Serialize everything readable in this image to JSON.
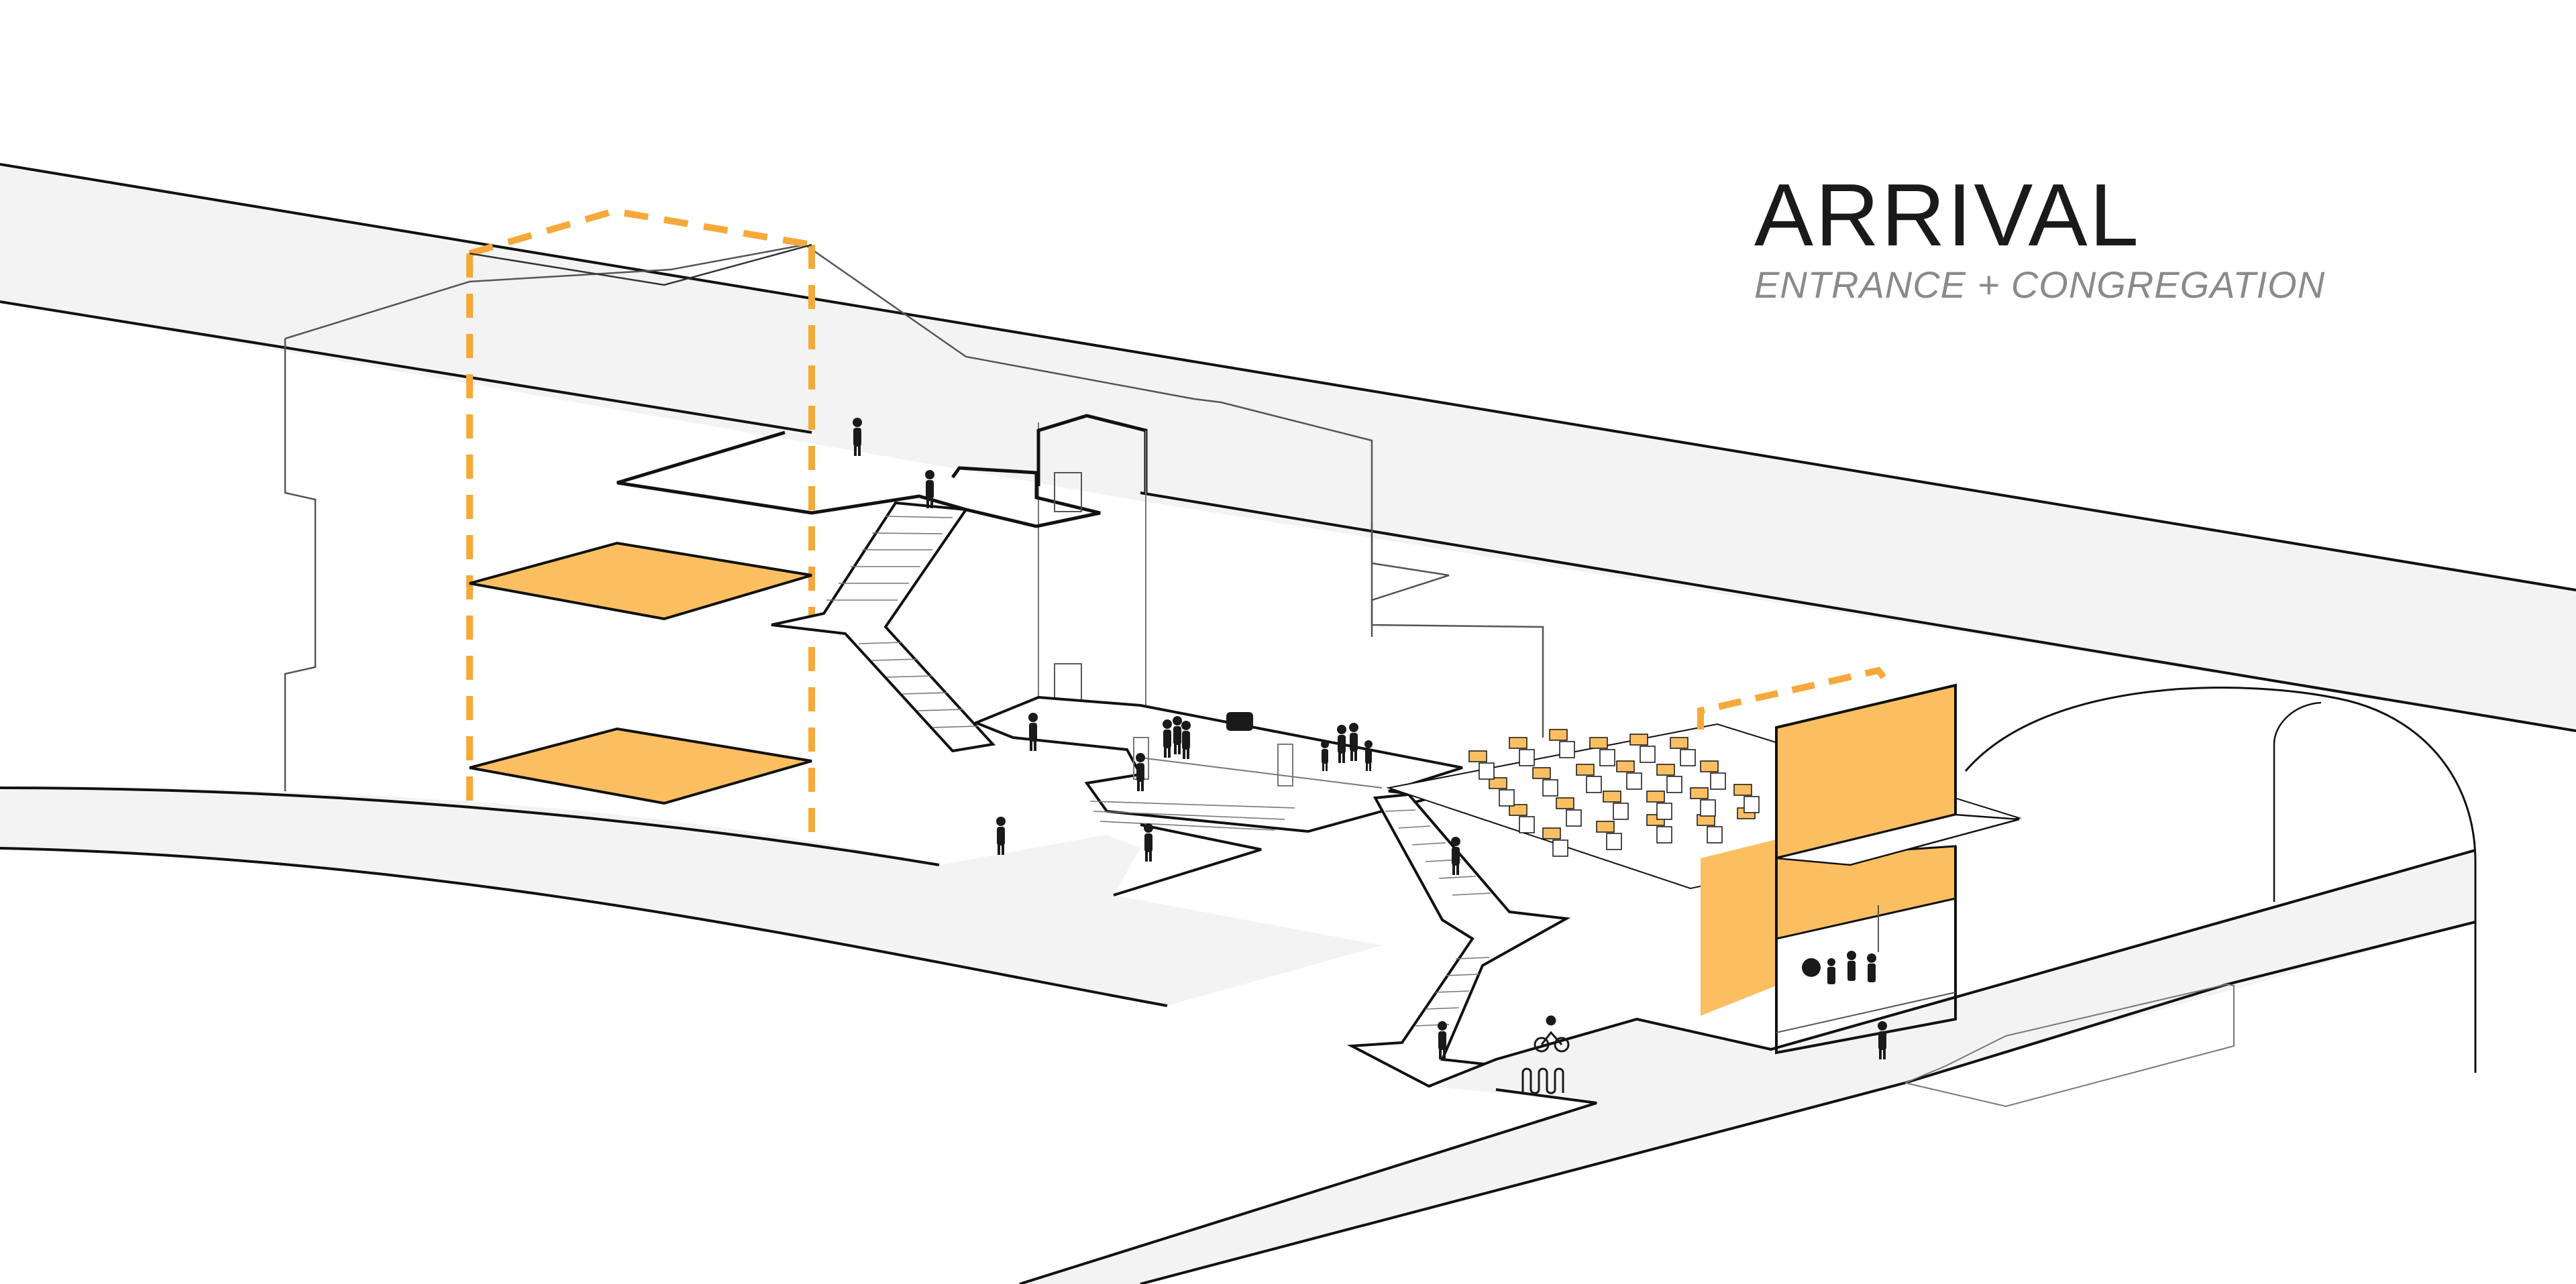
{
  "title": "ARRIVAL",
  "subtitle": "ENTRANCE + CONGREGATION",
  "colors": {
    "accent": "#fbbf62",
    "accent_dash": "#f5a93a",
    "ground_fill": "#f3f3f3",
    "line": "#111111",
    "thin_line": "#555555",
    "figure": "#1a1a1a"
  },
  "figures": {
    "people_count": 22,
    "includes": [
      "pedestrians",
      "cyclists",
      "band-performers",
      "bike-rack"
    ]
  }
}
